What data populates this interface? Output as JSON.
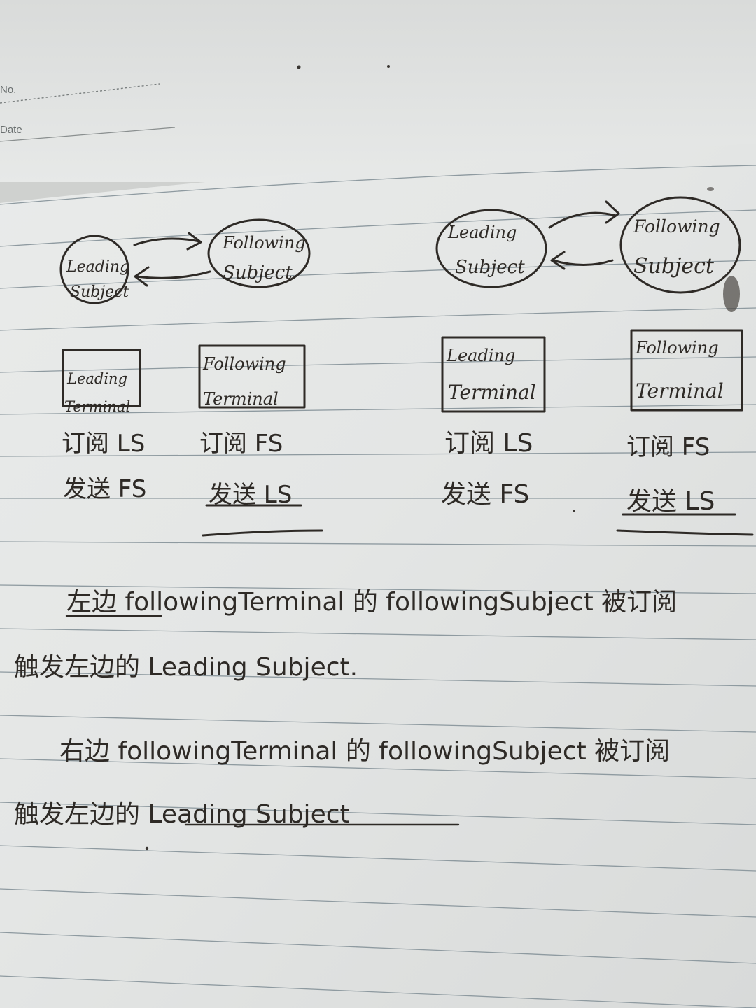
{
  "header": {
    "no_label": "No.",
    "date_label": "Date"
  },
  "diagram_left": {
    "leading_subject": [
      "Leading",
      "Subject"
    ],
    "following_subject": [
      "Following",
      "Subject"
    ],
    "leading_terminal": [
      "Leading",
      "Terminal"
    ],
    "following_terminal": [
      "Following",
      "Terminal"
    ],
    "leading_notes": [
      "订阅 LS",
      "发送 FS"
    ],
    "following_notes": [
      "订阅 FS",
      "发送 LS"
    ]
  },
  "diagram_right": {
    "leading_subject": [
      "Leading",
      "Subject"
    ],
    "following_subject": [
      "Following",
      "Subject"
    ],
    "leading_terminal": [
      "Leading",
      "Terminal"
    ],
    "following_terminal": [
      "Following",
      "Terminal"
    ],
    "leading_notes": [
      "订阅 LS",
      "发送 FS"
    ],
    "following_notes": [
      "订阅 FS",
      "发送 LS"
    ]
  },
  "notes": [
    {
      "line1": "左边 followingTerminal 的 followingSubject 被订阅",
      "line2": "触发左边的 Leading Subject."
    },
    {
      "line1": "右边 followingTerminal 的 followingSubject 被订阅",
      "line2": "触发左边的 Leading Subject"
    }
  ]
}
